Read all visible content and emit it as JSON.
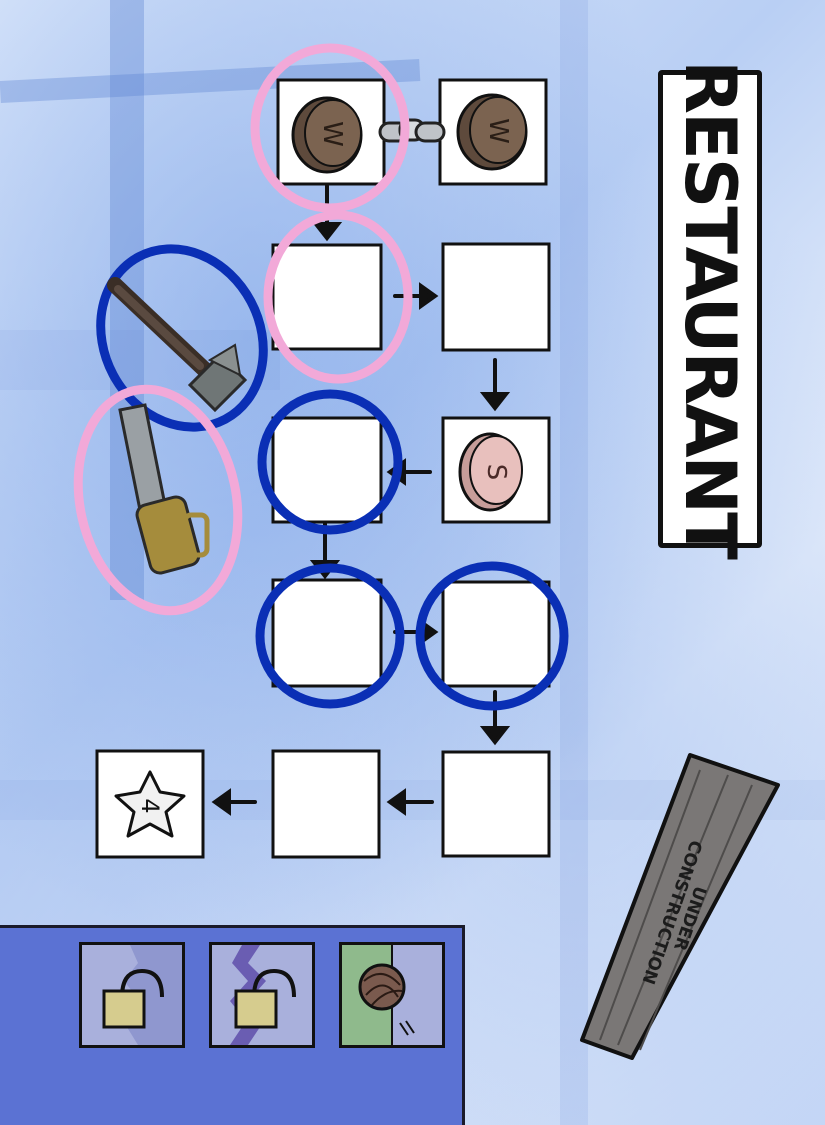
{
  "title": "RESTAURANT",
  "construction_sign": {
    "line1": "UNDER",
    "line2": "CONSTRUCTION"
  },
  "icons": {
    "coin": "coin-icon",
    "chain": "chain-icon",
    "star": "star-icon",
    "hammer": "hammer-icon",
    "chainsaw": "chainsaw-icon",
    "padlock": "padlock-icon",
    "yarn": "yarn-ball-icon"
  },
  "coins": [
    {
      "label": "W"
    },
    {
      "label": "W"
    },
    {
      "label": "S"
    }
  ],
  "star_reward": {
    "label": "4"
  },
  "colors": {
    "pink_circle": "#f2a9d8",
    "blue_circle": "#0a2fb5",
    "coin_brown": "#7b6350",
    "coin_pink": "#e8c0bd",
    "panel": "#5b72d3",
    "card_bg": "#a9b0dc",
    "card_stripe": "#6a5db2",
    "card_green": "#8fba8c"
  }
}
